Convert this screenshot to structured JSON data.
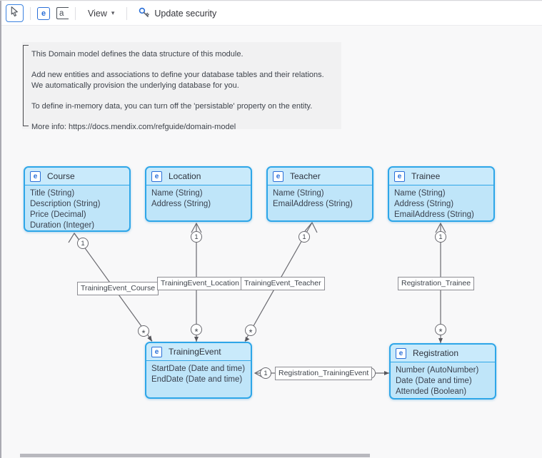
{
  "toolbar": {
    "view_label": "View",
    "update_security_label": "Update security",
    "entity_tool_glyph": "e",
    "annotation_tool_glyph": "a"
  },
  "icons": {
    "chevron_down": "▾"
  },
  "annotation": {
    "lines": [
      "This Domain model defines the data structure of this module.",
      "Add new entities and associations to define your database tables and their relations.",
      "We automatically provision the underlying database for you.",
      "To define in-memory data, you can turn off the 'persistable' property on the entity.",
      "More info: https://docs.mendix.com/refguide/domain-model"
    ]
  },
  "entities": [
    {
      "name": "Course",
      "attributes": [
        "Title (String)",
        "Description (String)",
        "Price (Decimal)",
        "Duration (Integer)"
      ]
    },
    {
      "name": "Location",
      "attributes": [
        "Name (String)",
        "Address (String)"
      ]
    },
    {
      "name": "Teacher",
      "attributes": [
        "Name (String)",
        "EmailAddress (String)"
      ]
    },
    {
      "name": "Trainee",
      "attributes": [
        "Name (String)",
        "Address (String)",
        "EmailAddress (String)"
      ]
    },
    {
      "name": "TrainingEvent",
      "attributes": [
        "StartDate (Date and time)",
        "EndDate (Date and time)"
      ]
    },
    {
      "name": "Registration",
      "attributes": [
        "Number (AutoNumber)",
        "Date (Date and time)",
        "Attended (Boolean)"
      ]
    }
  ],
  "associations": [
    {
      "name": "TrainingEvent_Course",
      "one": "1",
      "many": "*"
    },
    {
      "name": "TrainingEvent_Location",
      "one": "1",
      "many": "*"
    },
    {
      "name": "TrainingEvent_Teacher",
      "one": "1",
      "many": "*"
    },
    {
      "name": "Registration_Trainee",
      "one": "1",
      "many": "*"
    },
    {
      "name": "Registration_TrainingEvent",
      "one": "1",
      "many": "*"
    }
  ],
  "colors": {
    "entity_border": "#2ea6e8",
    "entity_fill": "#bfe5f9",
    "accent_blue": "#2a6fd8",
    "wire": "#6a6a70"
  }
}
